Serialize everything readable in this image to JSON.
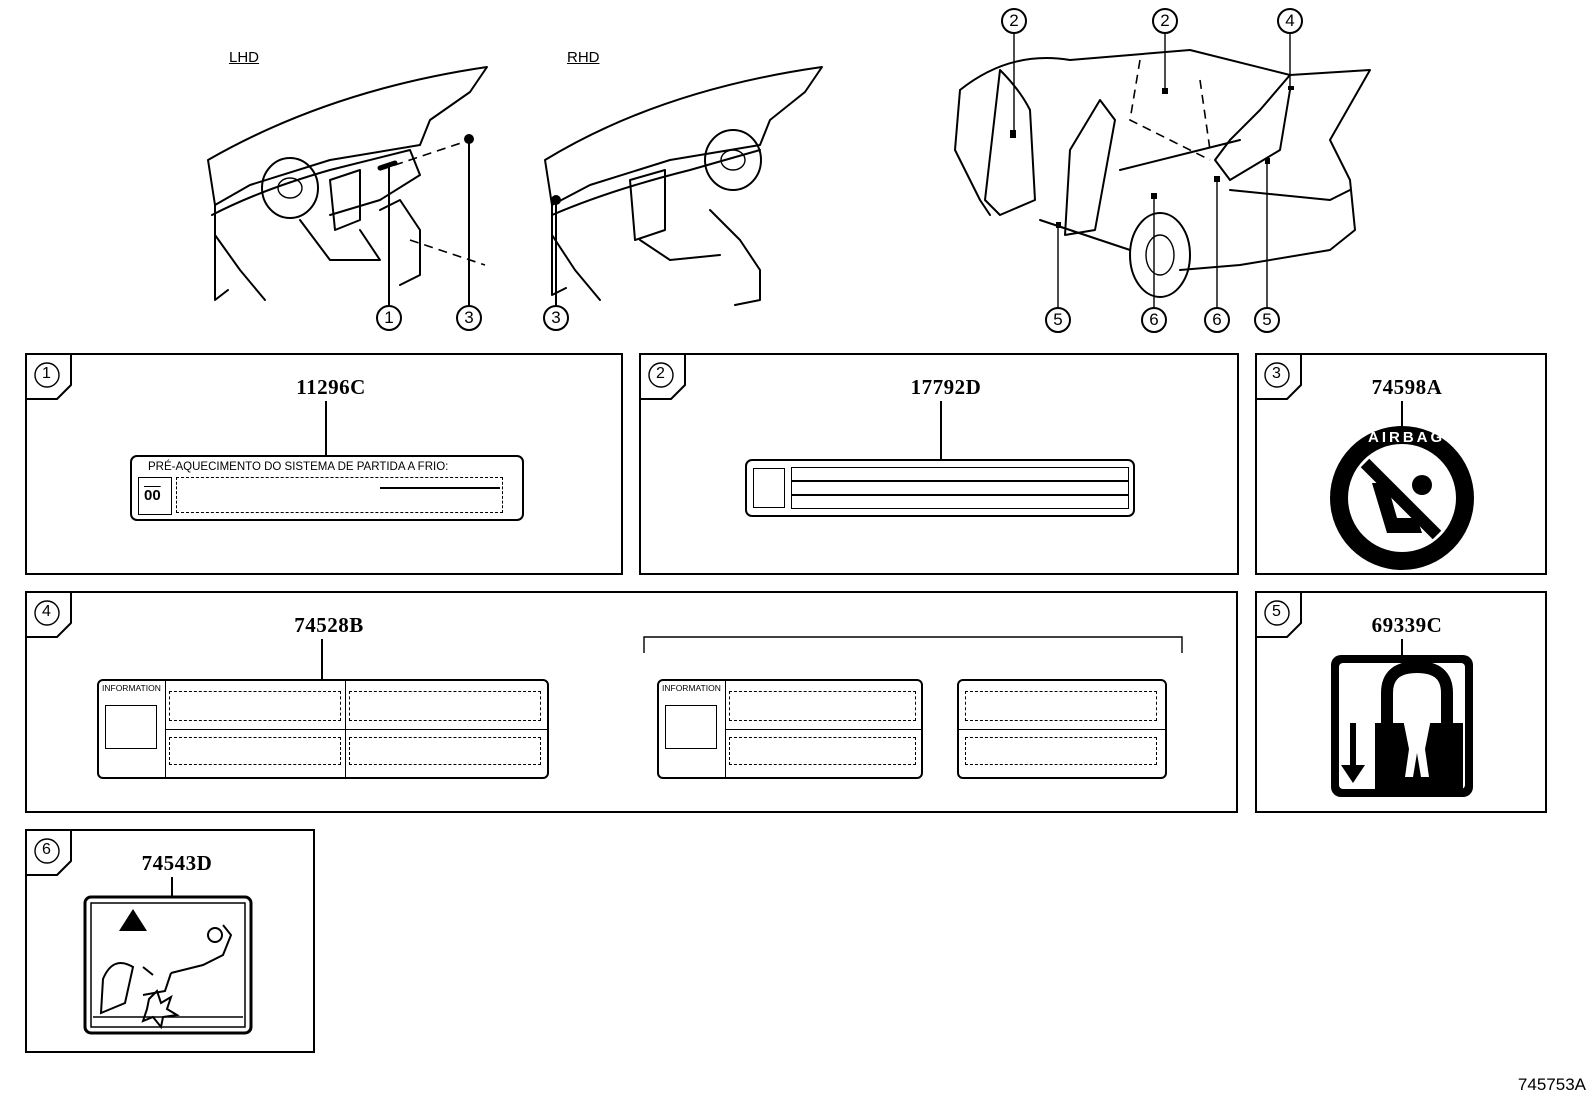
{
  "views": {
    "lhd_label": "LHD",
    "rhd_label": "RHD"
  },
  "callouts": {
    "c1": "1",
    "c2": "2",
    "c3": "3",
    "c4": "4",
    "c5": "5",
    "c6": "6"
  },
  "panels": [
    {
      "number": "1",
      "part_no": "11296C",
      "text": "PRÉ-AQUECIMENTO DO SISTEMA DE PARTIDA A FRIO:",
      "icon_text": "00"
    },
    {
      "number": "2",
      "part_no": "17792D"
    },
    {
      "number": "3",
      "part_no": "74598A",
      "icon_text": "AIRBAG"
    },
    {
      "number": "4",
      "part_no": "74528B",
      "info_label": "INFORMATION"
    },
    {
      "number": "5",
      "part_no": "69339C"
    },
    {
      "number": "6",
      "part_no": "74543D"
    }
  ],
  "illustration_code": "745753A"
}
